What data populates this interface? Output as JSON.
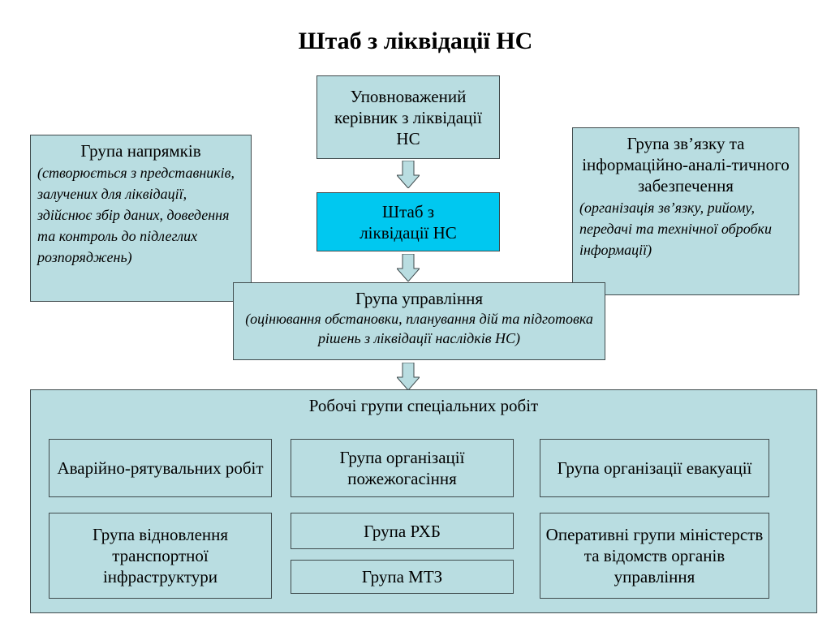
{
  "title": "Штаб з ліквідації НС",
  "top_box": "Уповноважений керівник з ліквідації НС",
  "hq_box": "Штаб з ліквідації НС",
  "left_box": {
    "title": "Група напрямків",
    "desc": "(створюється з представників, залучених для ліквідації, здійснює збір даних, доведення та контроль до підлеглих розпоряджень)"
  },
  "right_box": {
    "title": "Група зв’язку та інформаційно-аналі-тичного забезпечення",
    "desc": "(організація зв’язку, рийому, передачі та технічної обробки інформації)"
  },
  "mgmt_box": {
    "title": "Група управління",
    "desc": "(оцінювання обстановки, планування дій та підготовка рішень з ліквідації наслідків НС)"
  },
  "work_groups": {
    "title": "Робочі групи спеціальних робіт",
    "items": [
      "Аварійно-рятувальних робіт",
      "Група організації пожежогасіння",
      "Група організації евакуації",
      "Група відновлення транспортної інфраструктури",
      "Група РХБ",
      "Група МТЗ",
      "Оперативні групи міністерств та відомств органів управління"
    ]
  },
  "colors": {
    "box_fill": "#b9dde1",
    "highlight_fill": "#00c8f0",
    "border": "#3f4a4c"
  }
}
